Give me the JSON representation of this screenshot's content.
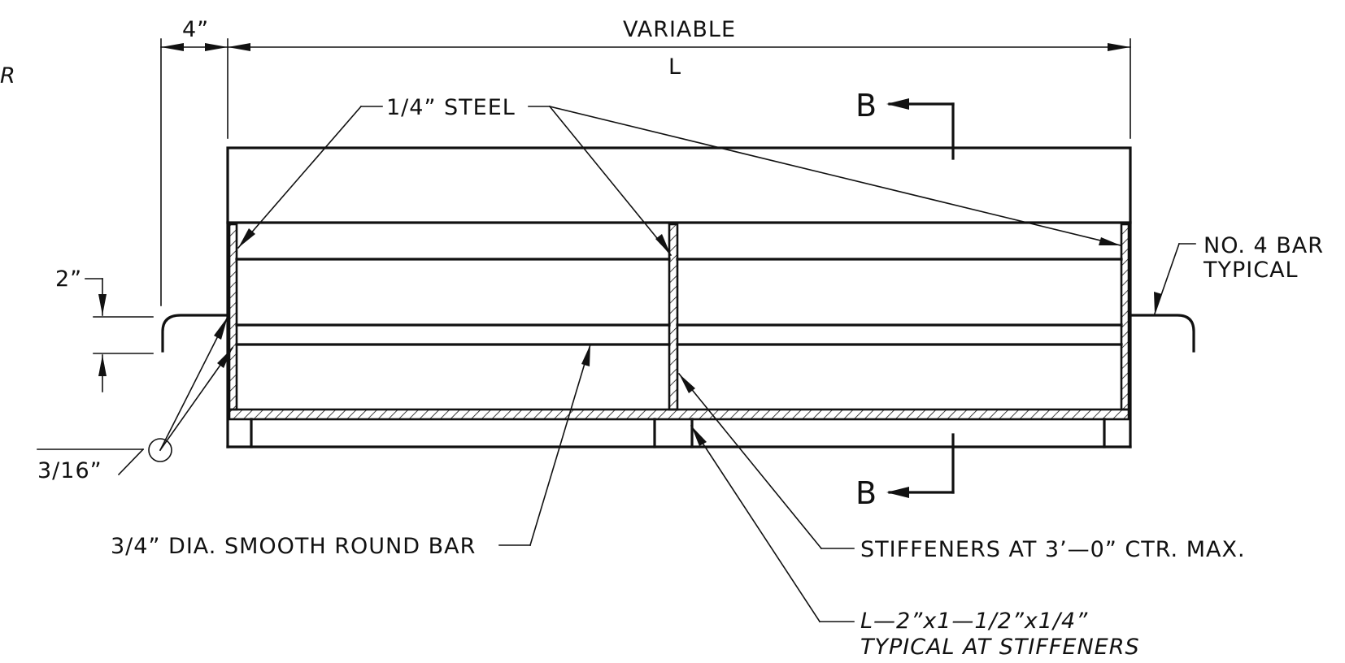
{
  "labels": {
    "dim_top": "VARIABLE",
    "dim_l": "L",
    "dim_4in": "4”",
    "dim_2in": "2”",
    "weld_size": "3/16”",
    "edge_char": "R",
    "steel": "1/4” STEEL",
    "section_top": "B",
    "section_bottom": "B",
    "no4_bar_line1": "NO. 4 BAR",
    "no4_bar_line2": "TYPICAL",
    "round_bar": "3/4” DIA. SMOOTH ROUND BAR",
    "stiffeners": "STIFFENERS AT 3’—0” CTR. MAX.",
    "angle_line1": "L—2”x1—1/2”x1/4”",
    "angle_line2": "TYPICAL AT STIFFENERS"
  }
}
